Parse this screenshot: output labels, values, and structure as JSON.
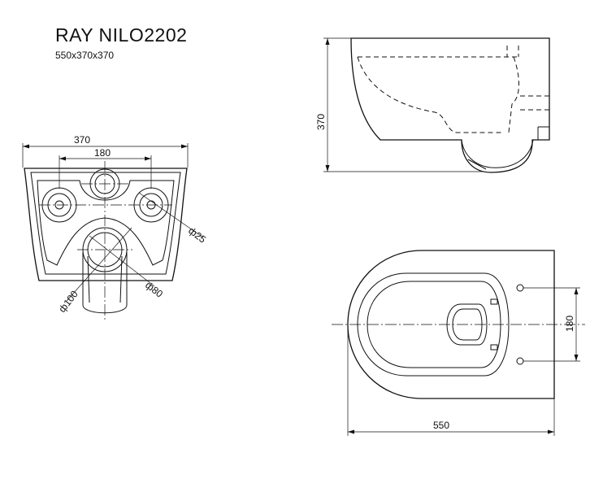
{
  "header": {
    "title": "RAY NILO2202",
    "subtitle": "550x370x370"
  },
  "front_view": {
    "width_label": "370",
    "spacing_label": "180",
    "fixing_hole_label": "ф25",
    "inlet_label": "ф80",
    "outlet_label": "ф100"
  },
  "side_view": {
    "height_label": "370"
  },
  "top_view": {
    "length_label": "550",
    "spacing_label": "180"
  }
}
